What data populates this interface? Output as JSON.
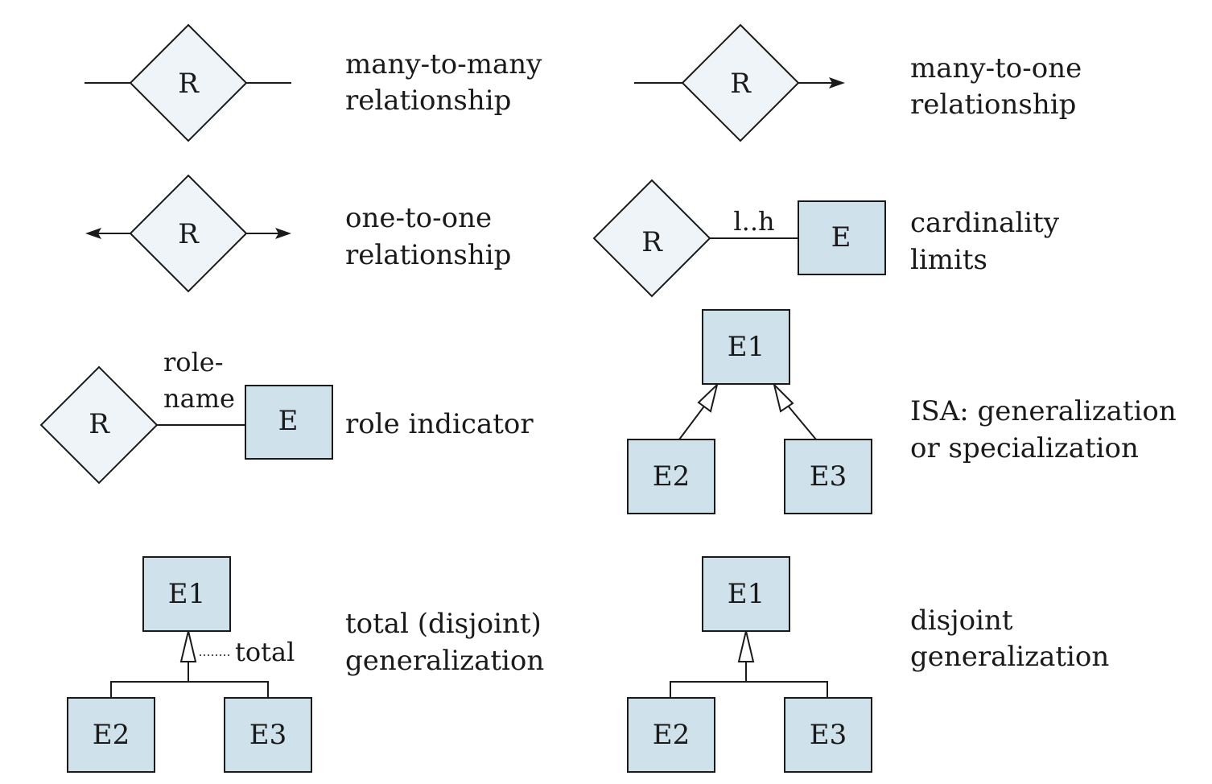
{
  "symbols": {
    "relationship": "R",
    "entity": "E",
    "entity_1": "E1",
    "entity_2": "E2",
    "entity_3": "E3"
  },
  "many_to_many": {
    "line1": "many-to-many",
    "line2": "relationship"
  },
  "many_to_one": {
    "line1": "many-to-one",
    "line2": "relationship"
  },
  "one_to_one": {
    "line1": "one-to-one",
    "line2": "relationship"
  },
  "cardinality": {
    "edge_label": "l..h",
    "line1": "cardinality",
    "line2": "limits"
  },
  "role": {
    "edge_label_1": "role-",
    "edge_label_2": "name",
    "description": "role indicator"
  },
  "isa": {
    "line1": "ISA: generalization",
    "line2": "or specialization"
  },
  "total": {
    "edge_label": "total",
    "line1": "total (disjoint)",
    "line2": "generalization"
  },
  "disjoint": {
    "line1": "disjoint",
    "line2": "generalization"
  },
  "colors": {
    "diamond_fill": "#eef4f8",
    "entity_fill": "#cfe2ec",
    "stroke": "#1a1a1a"
  }
}
